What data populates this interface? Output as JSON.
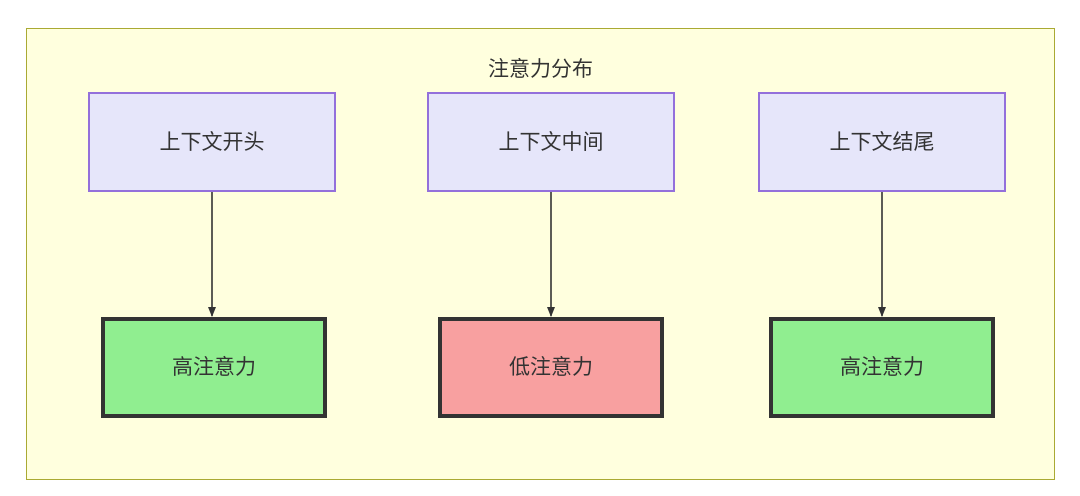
{
  "diagram": {
    "title": "注意力分布",
    "type": "flowchart",
    "container": {
      "fill": "#ffffde",
      "stroke": "#aaaa33"
    },
    "styles": {
      "top_node_fill": "#e6e6fa",
      "top_node_stroke": "#9370db",
      "high_attention_fill": "#90ee90",
      "low_attention_fill": "#f8a0a0",
      "emphasis_stroke": "#333333",
      "text_color": "#333333"
    },
    "columns": [
      {
        "id": "start",
        "source": {
          "label": "上下文开头"
        },
        "target": {
          "label": "高注意力",
          "level": "high"
        }
      },
      {
        "id": "middle",
        "source": {
          "label": "上下文中间"
        },
        "target": {
          "label": "低注意力",
          "level": "low"
        }
      },
      {
        "id": "end",
        "source": {
          "label": "上下文结尾"
        },
        "target": {
          "label": "高注意力",
          "level": "high"
        }
      }
    ]
  }
}
